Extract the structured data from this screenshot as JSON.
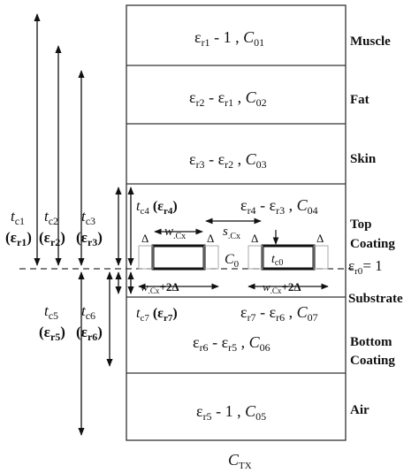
{
  "layers": [
    {
      "id": "muscle",
      "name": "Muscle",
      "eps_a": "r1",
      "eps_b": "1",
      "cap": "01"
    },
    {
      "id": "fat",
      "name": "Fat",
      "eps_a": "r2",
      "eps_b": "εr1",
      "cap": "02"
    },
    {
      "id": "skin",
      "name": "Skin",
      "eps_a": "r3",
      "eps_b": "εr2",
      "cap": "03"
    },
    {
      "id": "top-coating",
      "name_line1": "Top",
      "name_line2": "Coating",
      "eps_a": "r4",
      "eps_b": "εr3",
      "cap": "04"
    },
    {
      "id": "substrate",
      "name": "Substrate",
      "eps_a": "r7",
      "eps_b": "εr6",
      "cap": "07"
    },
    {
      "id": "bottom-coating",
      "name_line1": "Bottom",
      "name_line2": "Coating",
      "eps_a": "r6",
      "eps_b": "εr5",
      "cap": "06"
    },
    {
      "id": "air",
      "name": "Air",
      "eps_a": "r5",
      "eps_b": "1",
      "cap": "05"
    }
  ],
  "thickness_labels": [
    {
      "t": "c1",
      "eps": "r1"
    },
    {
      "t": "c2",
      "eps": "r2"
    },
    {
      "t": "c3",
      "eps": "r3"
    },
    {
      "t": "c5",
      "eps": "r5"
    },
    {
      "t": "c6",
      "eps": "r6"
    }
  ],
  "annotations": {
    "tc4": {
      "t": "c4",
      "eps": "r4"
    },
    "tc7": {
      "t": "c7",
      "eps": "r7"
    },
    "wcx": "w",
    "wcx_sub": ".Cx",
    "scx": "s",
    "scx_sub": ".Cx",
    "delta": "Δ",
    "c0": "C",
    "c0_sub": "0",
    "tc0": "t",
    "tc0_sub": "c0",
    "eps0": "ε",
    "eps0_sub": "r0",
    "eps0_val": "= 1",
    "wcx2": "w",
    "wcx2_sub": ".Cx",
    "wcx2_suffix": "+2Δ"
  },
  "caption": {
    "main": "C",
    "sub": "TX"
  }
}
